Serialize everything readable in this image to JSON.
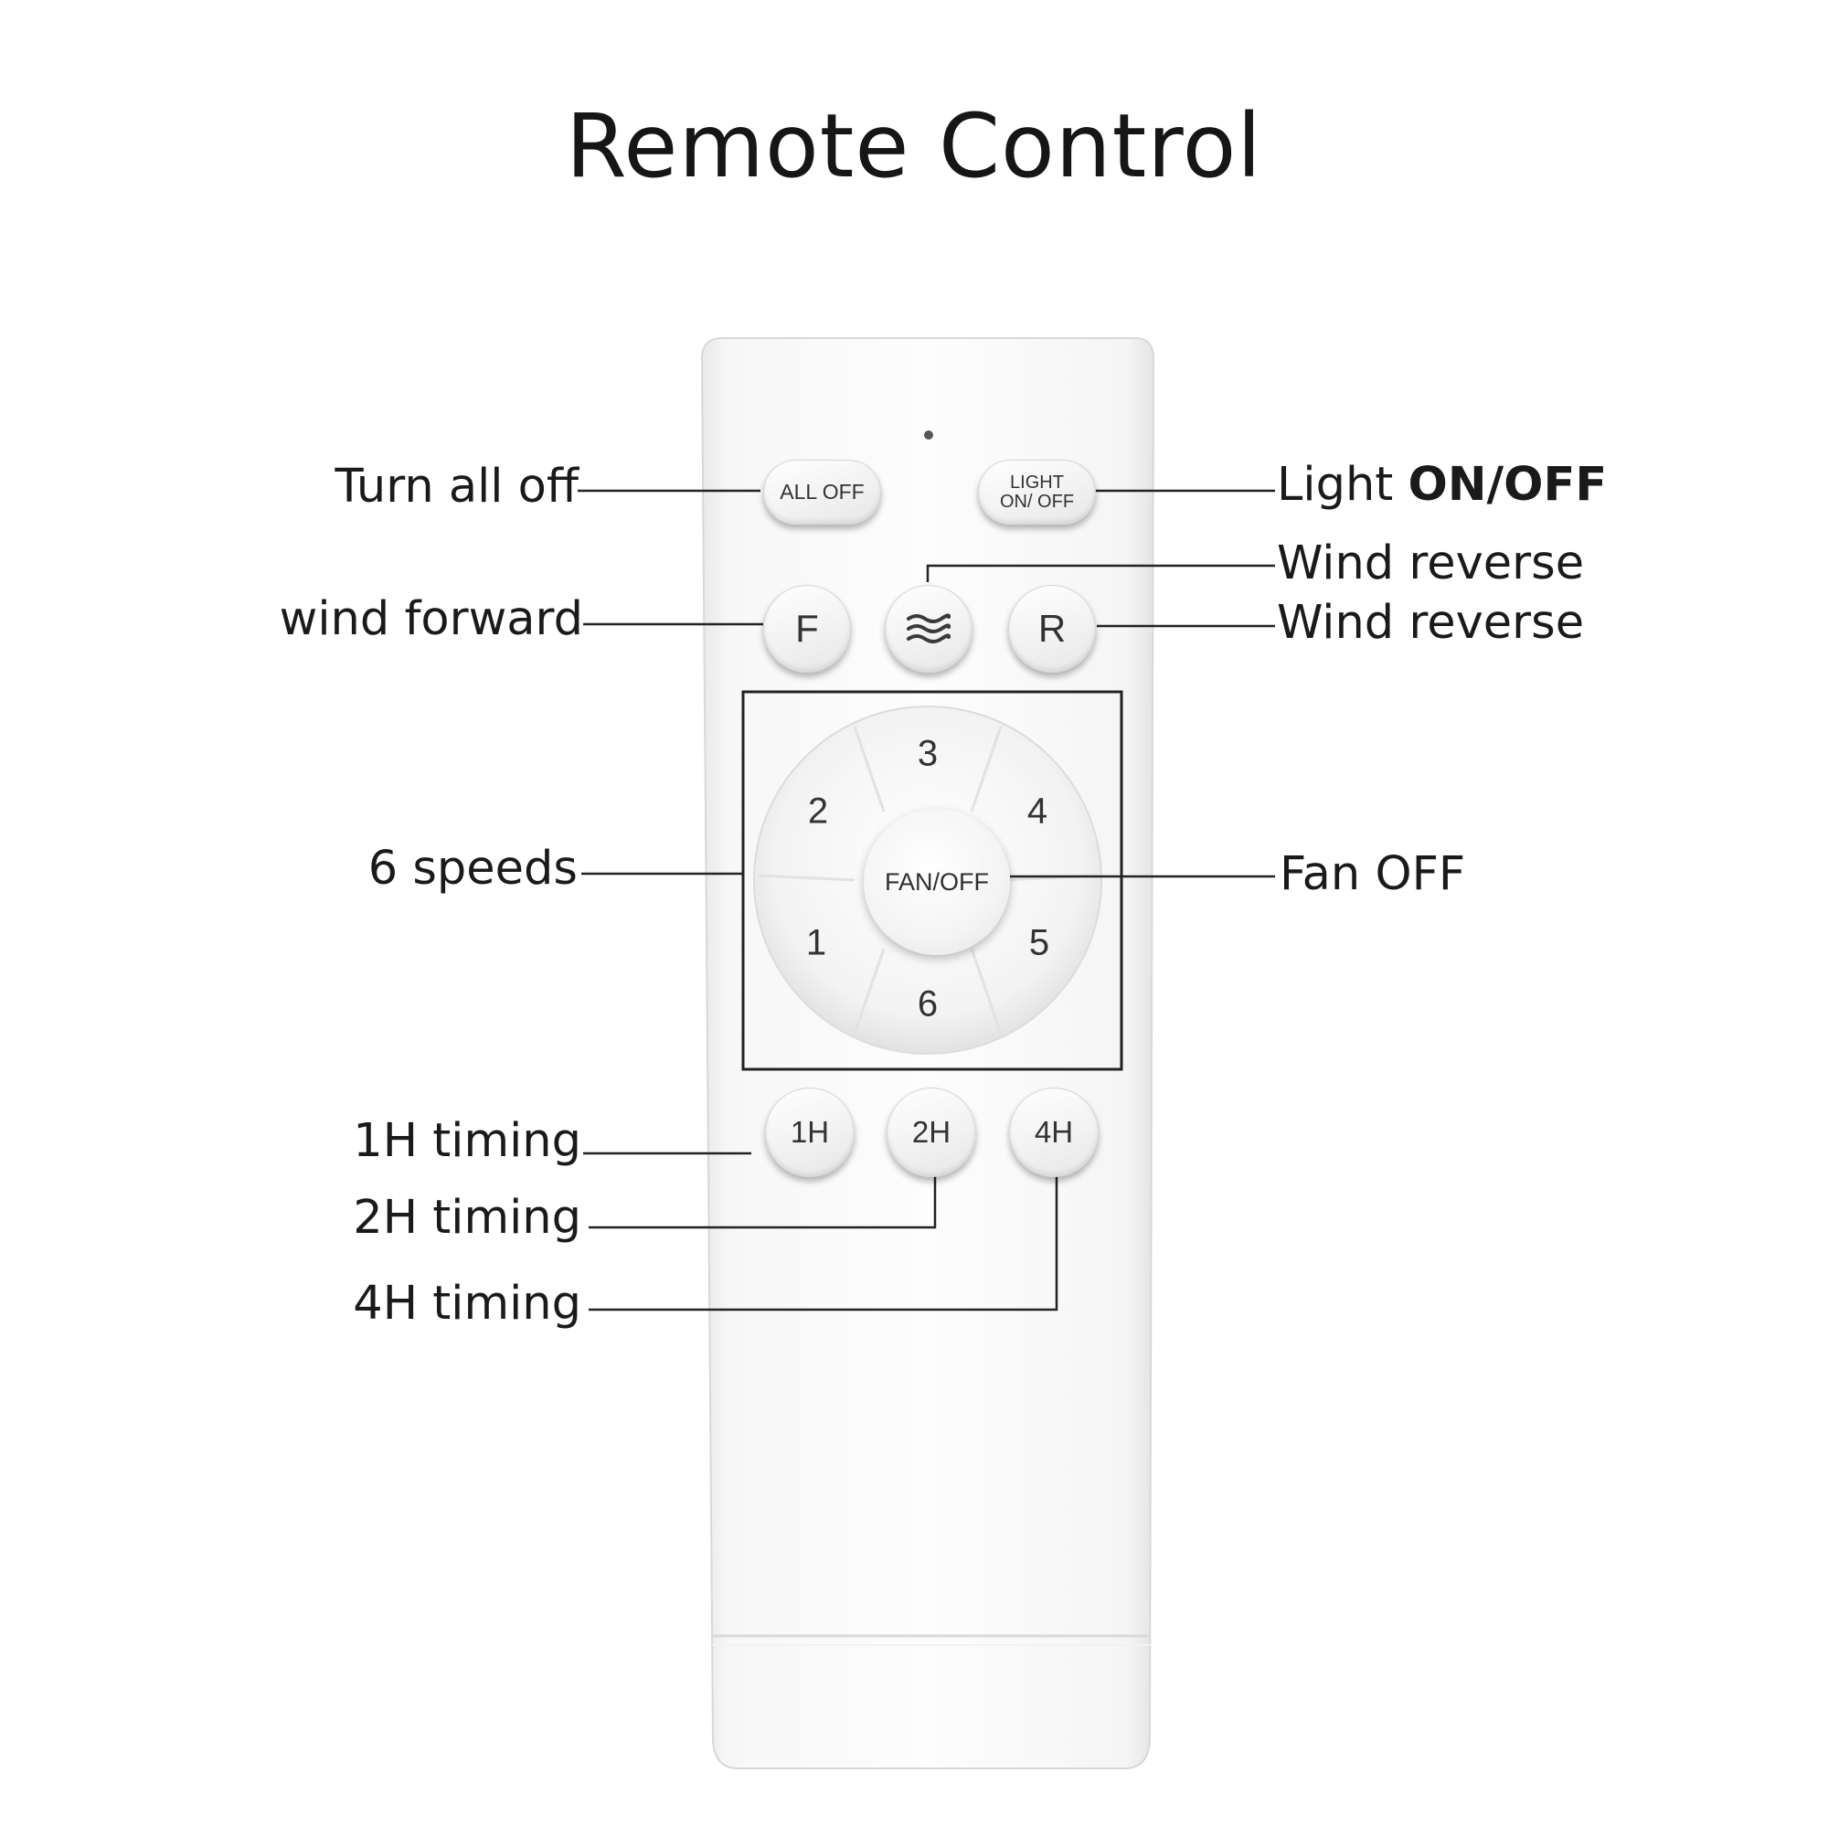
{
  "title": "Remote Control",
  "buttons": {
    "all_off": "ALL OFF",
    "light_line1": "LIGHT",
    "light_line2": "ON/ OFF",
    "forward": "F",
    "wind_icon": "wind-waves-icon",
    "reverse": "R",
    "fan_off": "FAN/OFF",
    "speeds": [
      "1",
      "2",
      "3",
      "4",
      "5",
      "6"
    ],
    "timer_1h": "1H",
    "timer_2h": "2H",
    "timer_4h": "4H"
  },
  "callouts": {
    "turn_all_off": "Turn all off",
    "light_prefix": "Light",
    "light_bold": "ON/OFF",
    "wind_reverse_top": "Wind reverse",
    "wind_forward": "wind forward",
    "wind_reverse": "Wind reverse",
    "six_speeds": "6 speeds",
    "fan_off": "Fan OFF",
    "timing_1h": "1H timing",
    "timing_2h": "2H timing",
    "timing_4h": "4H timing"
  }
}
